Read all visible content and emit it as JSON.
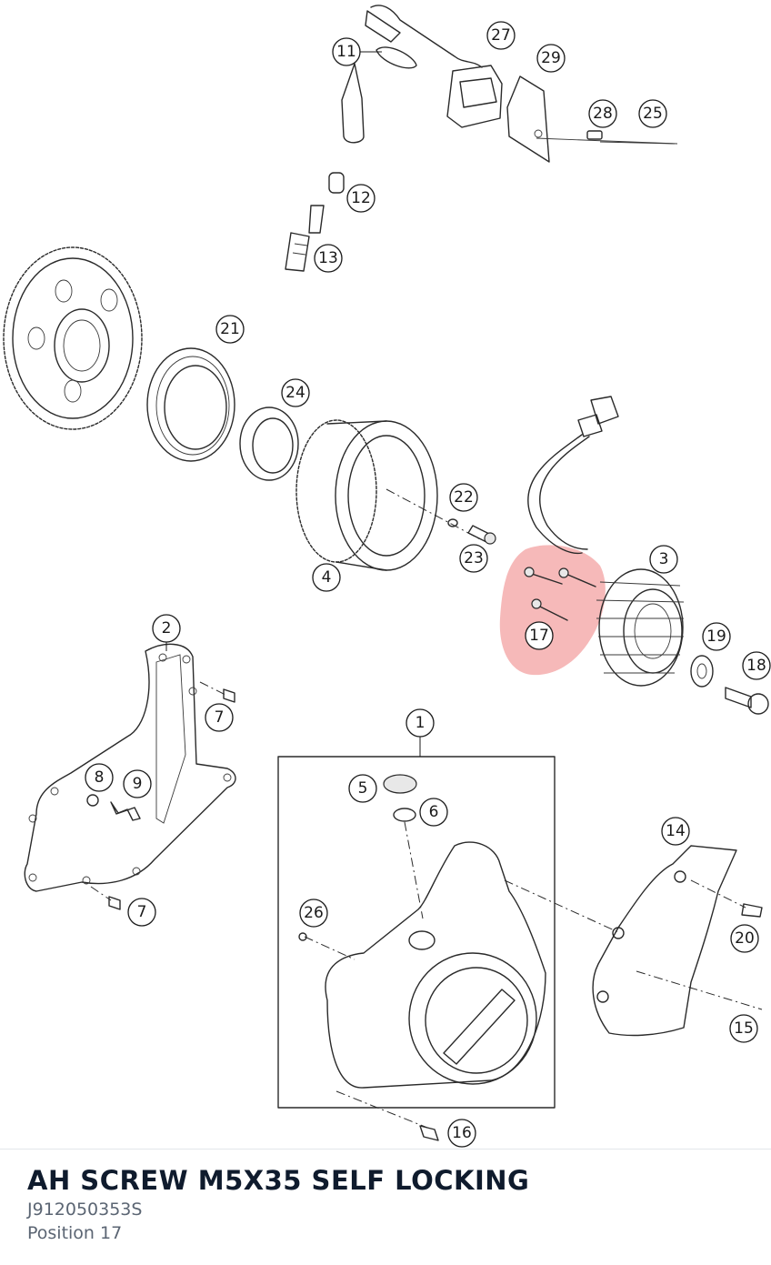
{
  "diagram": {
    "callouts": [
      "11",
      "27",
      "29",
      "28",
      "25",
      "12",
      "13",
      "21",
      "24",
      "22",
      "23",
      "4",
      "3",
      "17",
      "19",
      "18",
      "2",
      "7",
      "8",
      "9",
      "1",
      "5",
      "6",
      "14",
      "26",
      "20",
      "15",
      "16"
    ],
    "highlight_color": "#f08a8a"
  },
  "footer": {
    "title": "AH SCREW M5X35 SELF LOCKING",
    "part_number": "J912050353S",
    "position": "Position 17"
  }
}
